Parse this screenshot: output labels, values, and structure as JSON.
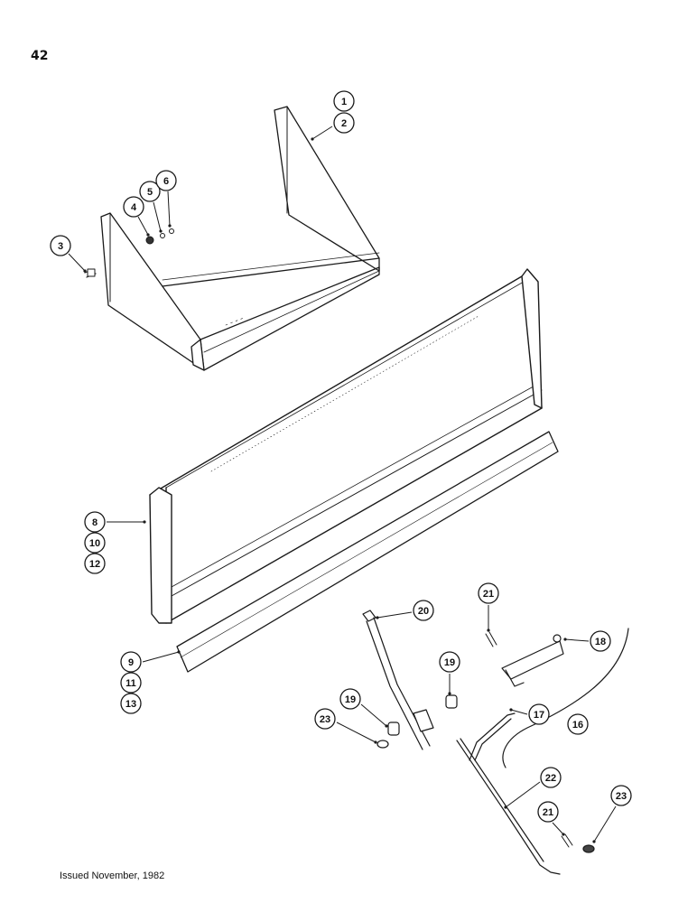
{
  "page_number": "42",
  "footer": "Issued November, 1982",
  "callouts": [
    {
      "id": "1",
      "label": "1"
    },
    {
      "id": "2",
      "label": "2"
    },
    {
      "id": "3",
      "label": "3"
    },
    {
      "id": "4",
      "label": "4"
    },
    {
      "id": "5",
      "label": "5"
    },
    {
      "id": "6",
      "label": "6"
    },
    {
      "id": "8",
      "label": "8"
    },
    {
      "id": "10",
      "label": "10"
    },
    {
      "id": "12",
      "label": "12"
    },
    {
      "id": "9",
      "label": "9"
    },
    {
      "id": "11",
      "label": "11"
    },
    {
      "id": "13",
      "label": "13"
    },
    {
      "id": "20",
      "label": "20"
    },
    {
      "id": "21a",
      "label": "21"
    },
    {
      "id": "18",
      "label": "18"
    },
    {
      "id": "19a",
      "label": "19"
    },
    {
      "id": "19b",
      "label": "19"
    },
    {
      "id": "23a",
      "label": "23"
    },
    {
      "id": "17",
      "label": "17"
    },
    {
      "id": "16",
      "label": "16"
    },
    {
      "id": "22",
      "label": "22"
    },
    {
      "id": "21b",
      "label": "21"
    },
    {
      "id": "23b",
      "label": "23"
    }
  ]
}
